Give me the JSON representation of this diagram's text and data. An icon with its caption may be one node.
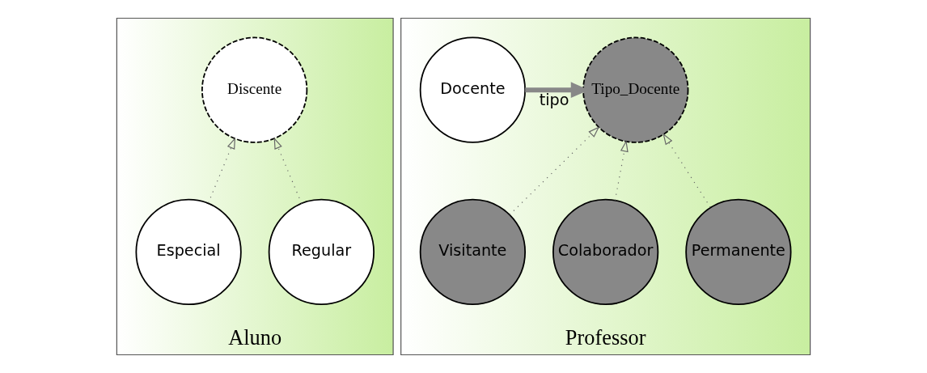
{
  "diagram": {
    "nodes": [
      {
        "text": [
          "Aluno"
        ]
      },
      {
        "text": [
          "Discente"
        ],
        "in": 0
      },
      {
        "text": [
          "Regular"
        ],
        "in": 0
      },
      {
        "text": [
          "Especial"
        ],
        "in": 0
      },
      {
        "text": [
          "Professor"
        ]
      },
      {
        "text": [
          "Docente"
        ],
        "in": 4
      },
      {
        "text": [
          "Tipo_Docente"
        ],
        "in": 4
      },
      {
        "text": [
          "Permanente"
        ],
        "in": 4
      },
      {
        "text": [
          "Colaborador"
        ],
        "in": 4
      },
      {
        "text": [
          "Visitante"
        ],
        "in": 4
      }
    ],
    "edges": [
      {
        "from": 2,
        "to": 1,
        "arrow": "to",
        "style": "dashed"
      },
      {
        "from": 3,
        "to": 1,
        "arrow": "to",
        "style": "dashed"
      },
      {
        "from": 5,
        "to": 6,
        "arrow": "to",
        "label": "tipo",
        "style": "thick",
        "color": "#888888"
      },
      {
        "from": 7,
        "to": 6,
        "arrow": "to",
        "style": "dashed"
      },
      {
        "from": 8,
        "to": 6,
        "arrow": "to",
        "style": "dashed"
      },
      {
        "from": 9,
        "to": 6,
        "arrow": "to",
        "style": "dashed"
      }
    ]
  }
}
